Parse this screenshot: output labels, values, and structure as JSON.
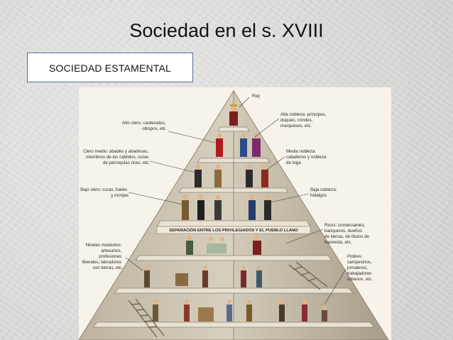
{
  "slide": {
    "title": "Sociedad en el s. XVIII",
    "subtitle": "SOCIEDAD ESTAMENTAL"
  },
  "pyramid": {
    "separator": "SEPARACIÓN ENTRE LOS PRIVILEGIADOS Y EL PUEBLO LLANO",
    "labels": {
      "rey": "Rey",
      "alto_clero": [
        "Alto clero: cardenales,",
        "obispos, etc."
      ],
      "alta_nobleza": [
        "Alta nobleza: príncipes,",
        "duques, condes,",
        "marqueses, etc."
      ],
      "clero_medio": [
        "Clero medio: abades y abadesas,",
        "miembros de los cabildos, curas",
        "de parroquias ricas, etc."
      ],
      "media_nobleza": [
        "Media nobleza:",
        "caballeros y nobleza",
        "de toga"
      ],
      "bajo_clero": [
        "Bajo clero: curas, frailes",
        "y monjas"
      ],
      "baja_nobleza": [
        "Baja nobleza:",
        "hidalgos"
      ],
      "ricos": [
        "Ricos: comerciantes,",
        "banqueros, dueños",
        "de tierras, de títulos de",
        "hacienda, etc."
      ],
      "niveles": [
        "Niveles modestos:",
        "artesanos,",
        "profesiones",
        "liberales, labradores",
        "con tierras, etc."
      ],
      "pobres": [
        "Pobres:",
        "campesinos,",
        "jornaleros,",
        "trabajadores",
        "urbanos, etc."
      ]
    },
    "colors": {
      "stone": "#cfc6b4",
      "stone_dark": "#9d9280",
      "sky": "#f7f3ea",
      "ink": "#2b2b2b"
    }
  }
}
